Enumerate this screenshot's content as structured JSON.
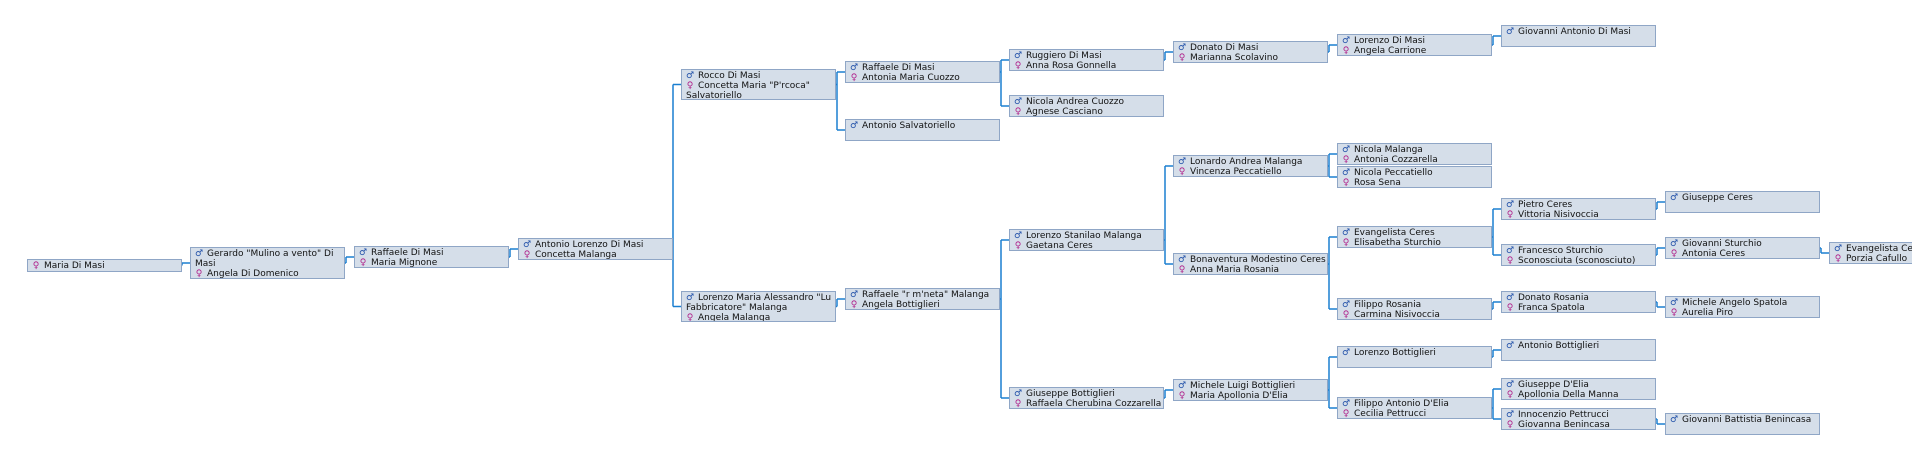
{
  "symbols": {
    "male": "♂",
    "female": "♀"
  },
  "colors": {
    "male_symbol": "#1f4fa8",
    "female_symbol": "#b0208a",
    "connector": "#1a7fd0",
    "box_bg": "#d5dee9",
    "box_border": "#8fa6c6"
  },
  "nodes": [
    {
      "id": "n1",
      "lines": [
        {
          "g": "f",
          "t": "Maria Di Masi"
        }
      ]
    },
    {
      "id": "n2",
      "lines": [
        {
          "g": "m",
          "t": "Gerardo \"Mulino a vento\" Di Masi"
        },
        {
          "g": "f",
          "t": "Angela Di Domenico"
        }
      ]
    },
    {
      "id": "n3",
      "lines": [
        {
          "g": "m",
          "t": "Raffaele Di Masi"
        },
        {
          "g": "f",
          "t": "Maria Mignone"
        }
      ]
    },
    {
      "id": "n4",
      "lines": [
        {
          "g": "m",
          "t": "Antonio Lorenzo Di Masi"
        },
        {
          "g": "f",
          "t": "Concetta Malanga"
        }
      ]
    },
    {
      "id": "n5",
      "lines": [
        {
          "g": "m",
          "t": "Rocco Di Masi"
        },
        {
          "g": "f",
          "t": "Concetta Maria \"P'rcoca\" Salvatoriello"
        }
      ]
    },
    {
      "id": "n6",
      "lines": [
        {
          "g": "m",
          "t": "Lorenzo Maria Alessandro \"Lu Fabbricatore\" Malanga"
        },
        {
          "g": "f",
          "t": "Angela Malanga"
        }
      ]
    },
    {
      "id": "n7",
      "lines": [
        {
          "g": "m",
          "t": "Raffaele Di Masi"
        },
        {
          "g": "f",
          "t": "Antonia Maria Cuozzo"
        }
      ]
    },
    {
      "id": "n8",
      "lines": [
        {
          "g": "m",
          "t": "Antonio Salvatoriello"
        }
      ]
    },
    {
      "id": "n9",
      "lines": [
        {
          "g": "m",
          "t": "Raffaele \"r m'neta\" Malanga"
        },
        {
          "g": "f",
          "t": "Angela Bottiglieri"
        }
      ]
    },
    {
      "id": "n10",
      "lines": [
        {
          "g": "m",
          "t": "Ruggiero Di Masi"
        },
        {
          "g": "f",
          "t": "Anna Rosa Gonnella"
        }
      ]
    },
    {
      "id": "n11",
      "lines": [
        {
          "g": "m",
          "t": "Nicola Andrea Cuozzo"
        },
        {
          "g": "f",
          "t": "Agnese Casciano"
        }
      ]
    },
    {
      "id": "n12",
      "lines": [
        {
          "g": "m",
          "t": "Lorenzo Stanilao Malanga"
        },
        {
          "g": "f",
          "t": "Gaetana Ceres"
        }
      ]
    },
    {
      "id": "n13",
      "lines": [
        {
          "g": "m",
          "t": "Giuseppe Bottiglieri"
        },
        {
          "g": "f",
          "t": "Raffaela Cherubina Cozzarella"
        }
      ]
    },
    {
      "id": "n14",
      "lines": [
        {
          "g": "m",
          "t": "Donato Di Masi"
        },
        {
          "g": "f",
          "t": "Marianna Scolavino"
        }
      ]
    },
    {
      "id": "n15",
      "lines": [
        {
          "g": "m",
          "t": "Lonardo Andrea Malanga"
        },
        {
          "g": "f",
          "t": "Vincenza Peccatiello"
        }
      ]
    },
    {
      "id": "n16",
      "lines": [
        {
          "g": "m",
          "t": "Bonaventura Modestino Ceres"
        },
        {
          "g": "f",
          "t": "Anna Maria Rosania"
        }
      ]
    },
    {
      "id": "n17",
      "lines": [
        {
          "g": "m",
          "t": "Michele Luigi Bottiglieri"
        },
        {
          "g": "f",
          "t": "Maria Apollonia D'Elia"
        }
      ]
    },
    {
      "id": "n18",
      "lines": [
        {
          "g": "m",
          "t": "Lorenzo Di Masi"
        },
        {
          "g": "f",
          "t": "Angela Carrione"
        }
      ]
    },
    {
      "id": "n19",
      "lines": [
        {
          "g": "m",
          "t": "Nicola Malanga"
        },
        {
          "g": "f",
          "t": "Antonia Cozzarella"
        }
      ]
    },
    {
      "id": "n20",
      "lines": [
        {
          "g": "m",
          "t": "Nicola Peccatiello"
        },
        {
          "g": "f",
          "t": "Rosa Sena"
        }
      ]
    },
    {
      "id": "n21",
      "lines": [
        {
          "g": "m",
          "t": "Evangelista Ceres"
        },
        {
          "g": "f",
          "t": "Elisabetha Sturchio"
        }
      ]
    },
    {
      "id": "n22",
      "lines": [
        {
          "g": "m",
          "t": "Filippo Rosania"
        },
        {
          "g": "f",
          "t": "Carmina Nisivoccia"
        }
      ]
    },
    {
      "id": "n23",
      "lines": [
        {
          "g": "m",
          "t": "Lorenzo Bottiglieri"
        }
      ]
    },
    {
      "id": "n24",
      "lines": [
        {
          "g": "m",
          "t": "Filippo Antonio D'Elia"
        },
        {
          "g": "f",
          "t": "Cecilia Pettrucci"
        }
      ]
    },
    {
      "id": "n25",
      "lines": [
        {
          "g": "m",
          "t": "Giovanni Antonio Di Masi"
        }
      ]
    },
    {
      "id": "n26",
      "lines": [
        {
          "g": "m",
          "t": "Pietro Ceres"
        },
        {
          "g": "f",
          "t": "Vittoria Nisivoccia"
        }
      ]
    },
    {
      "id": "n27",
      "lines": [
        {
          "g": "m",
          "t": "Francesco Sturchio"
        },
        {
          "g": "f",
          "t": "Sconosciuta (sconosciuto)"
        }
      ]
    },
    {
      "id": "n28",
      "lines": [
        {
          "g": "m",
          "t": "Donato Rosania"
        },
        {
          "g": "f",
          "t": "Franca Spatola"
        }
      ]
    },
    {
      "id": "n29",
      "lines": [
        {
          "g": "m",
          "t": "Antonio Bottiglieri"
        }
      ]
    },
    {
      "id": "n30",
      "lines": [
        {
          "g": "m",
          "t": "Giuseppe D'Elia"
        },
        {
          "g": "f",
          "t": "Apollonia Della Manna"
        }
      ]
    },
    {
      "id": "n31",
      "lines": [
        {
          "g": "m",
          "t": "Innocenzio Pettrucci"
        },
        {
          "g": "f",
          "t": "Giovanna Benincasa"
        }
      ]
    },
    {
      "id": "n32",
      "lines": [
        {
          "g": "m",
          "t": "Giuseppe Ceres"
        }
      ]
    },
    {
      "id": "n33",
      "lines": [
        {
          "g": "m",
          "t": "Giovanni Sturchio"
        },
        {
          "g": "f",
          "t": "Antonia Ceres"
        }
      ]
    },
    {
      "id": "n34",
      "lines": [
        {
          "g": "m",
          "t": "Michele Angelo Spatola"
        },
        {
          "g": "f",
          "t": "Aurelia Piro"
        }
      ]
    },
    {
      "id": "n35",
      "lines": [
        {
          "g": "m",
          "t": "Giovanni Battistia Benincasa"
        }
      ]
    },
    {
      "id": "n36",
      "lines": [
        {
          "g": "m",
          "t": "Evangelista Ceres"
        },
        {
          "g": "f",
          "t": "Porzia Cafullo"
        }
      ]
    }
  ]
}
